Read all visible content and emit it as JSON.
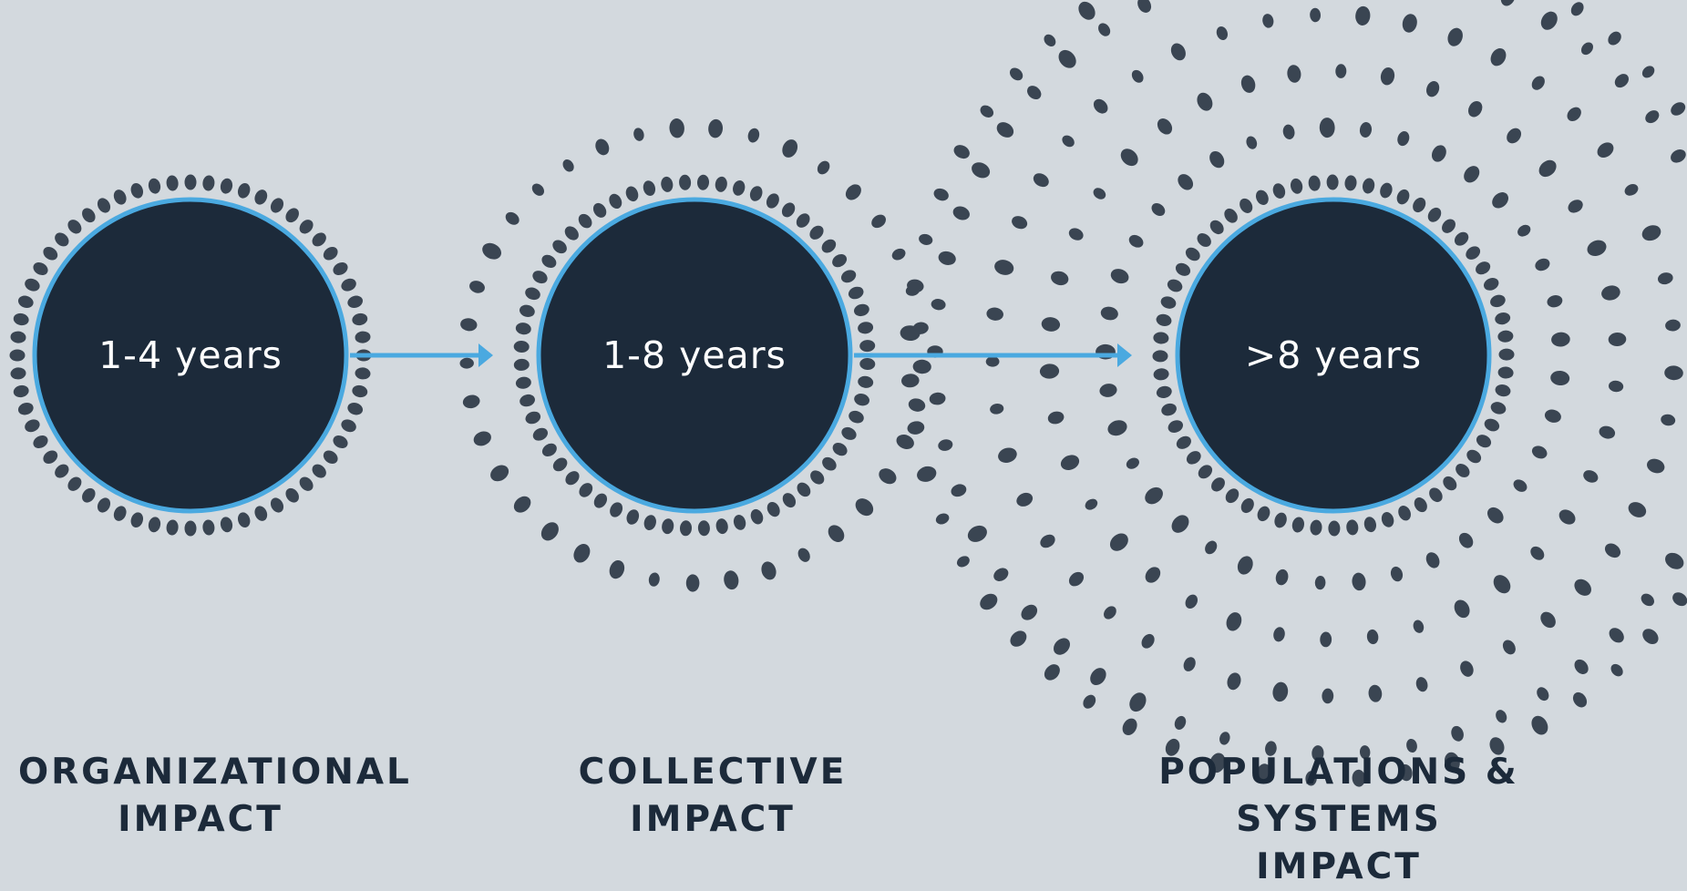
{
  "colors": {
    "background": "#d3d9de",
    "circle_fill": "#1c2a3a",
    "circle_outline": "#4aa9e0",
    "dots": "#3a4552",
    "arrow": "#4aa9e0",
    "title_text": "#1c2a3a"
  },
  "stages": [
    {
      "duration": "1-4 years",
      "title_lines": [
        "ORGANIZATIONAL",
        "IMPACT"
      ],
      "dot_rings": 1
    },
    {
      "duration": "1-8 years",
      "title_lines": [
        "COLLECTIVE",
        "IMPACT"
      ],
      "dot_rings": 2
    },
    {
      "duration": ">8 years",
      "title_lines": [
        "POPULATIONS &",
        "SYSTEMS",
        "IMPACT"
      ],
      "dot_rings": 6
    }
  ],
  "connectors": [
    {
      "from": 0,
      "to": 1,
      "icon": "arrow-right-icon"
    },
    {
      "from": 1,
      "to": 2,
      "icon": "arrow-right-icon"
    }
  ]
}
